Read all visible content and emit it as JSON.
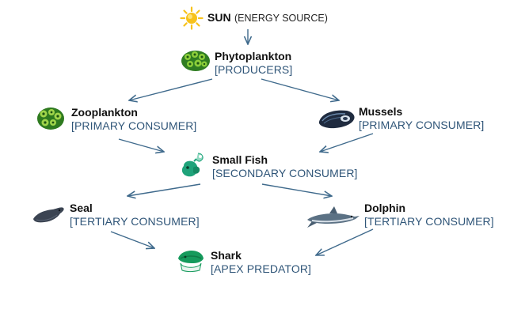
{
  "nodes": {
    "sun": {
      "name": "SUN",
      "role": "(ENERGY SOURCE)",
      "icon": "sun-icon"
    },
    "phytoplankton": {
      "name": "Phytoplankton",
      "role": "[PRODUCERS]",
      "icon": "phytoplankton-icon"
    },
    "zooplankton": {
      "name": "Zooplankton",
      "role": "[PRIMARY CONSUMER]",
      "icon": "zooplankton-icon"
    },
    "mussels": {
      "name": "Mussels",
      "role": "[PRIMARY CONSUMER]",
      "icon": "mussel-icon"
    },
    "small_fish": {
      "name": "Small Fish",
      "role": "[SECONDARY CONSUMER]",
      "icon": "small-fish-icon"
    },
    "seal": {
      "name": "Seal",
      "role": "[TERTIARY CONSUMER]",
      "icon": "seal-icon"
    },
    "dolphin": {
      "name": "Dolphin",
      "role": "[TERTIARY CONSUMER]",
      "icon": "dolphin-icon"
    },
    "shark": {
      "name": "Shark",
      "role": "[APEX PREDATOR]",
      "icon": "shark-icon"
    }
  },
  "edges": [
    {
      "from": "sun",
      "to": "phytoplankton"
    },
    {
      "from": "phytoplankton",
      "to": "zooplankton"
    },
    {
      "from": "phytoplankton",
      "to": "mussels"
    },
    {
      "from": "zooplankton",
      "to": "small_fish"
    },
    {
      "from": "mussels",
      "to": "small_fish"
    },
    {
      "from": "small_fish",
      "to": "seal"
    },
    {
      "from": "small_fish",
      "to": "dolphin"
    },
    {
      "from": "seal",
      "to": "shark"
    },
    {
      "from": "dolphin",
      "to": "shark"
    }
  ],
  "colors": {
    "arrow": "#3f6a8c",
    "role_text": "#2f5578",
    "sun": "#f7c21b",
    "plankton_green": "#3f9a2a",
    "mussel_dark": "#1f2b3f",
    "fish_green": "#1fa37a",
    "seal_gray": "#3b4452",
    "dolphin_blue": "#5b7184",
    "shark_green": "#159a5c"
  }
}
